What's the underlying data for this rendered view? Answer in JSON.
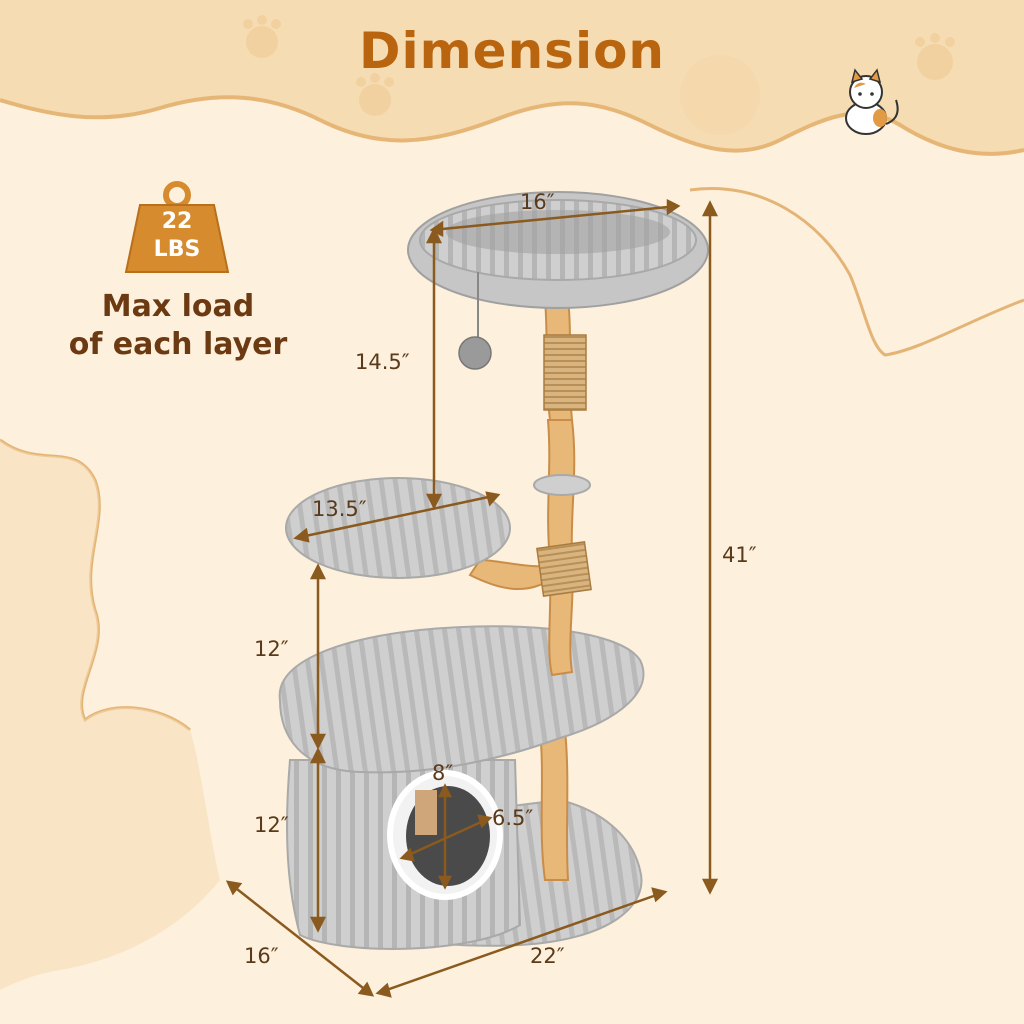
{
  "title": "Dimension",
  "badge": {
    "number": "22",
    "unit": "LBS"
  },
  "load_text": {
    "line1": "Max load",
    "line2": "of each layer"
  },
  "dimensions": {
    "top_perch_width": "16″",
    "top_height": "14.5″",
    "middle_perch_width": "13.5″",
    "middle_height": "12″",
    "bottom_height": "12″",
    "condo_entrance_height": "8″",
    "condo_entrance_width": "6.5″",
    "total_height": "41″",
    "base_depth": "16″",
    "base_width": "22″"
  },
  "colors": {
    "accent": "#b9650f",
    "line": "#8a5a1e",
    "plush": "#c8c8c8",
    "wood": "#e8b878",
    "sisal": "#c9a46f"
  }
}
